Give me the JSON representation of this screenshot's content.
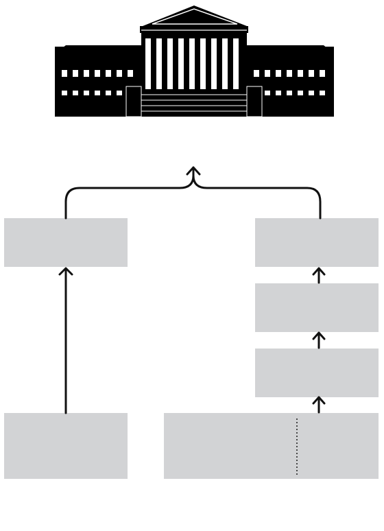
{
  "diagram": {
    "boxes": [
      {
        "id": "left-top",
        "label": ""
      },
      {
        "id": "right-top",
        "label": ""
      },
      {
        "id": "right-middle",
        "label": ""
      },
      {
        "id": "right-lower",
        "label": ""
      },
      {
        "id": "left-bottom",
        "label": ""
      },
      {
        "id": "right-bottom",
        "label": ""
      }
    ],
    "colors": {
      "box_fill": "#d2d3d5",
      "line": "#111111",
      "building": "#000000"
    },
    "icons": [
      "courthouse-icon",
      "arrow-up-icon",
      "dotted-divider"
    ]
  }
}
